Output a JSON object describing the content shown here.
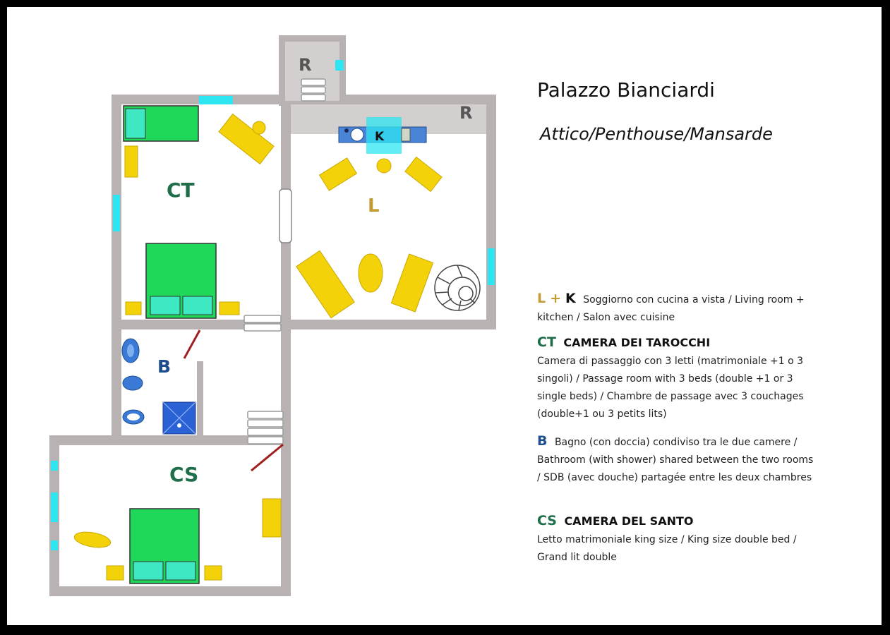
{
  "title": "Palazzo Bianciardi",
  "subtitle": "Attico/Penthouse/Mansarde",
  "colors": {
    "wall": "#b9b2b2",
    "bed": "#1fd85a",
    "pillow": "#3ee8c2",
    "furniture": "#f4d20a",
    "window": "#2ee6f2",
    "ct": "#1e6e4a",
    "cs": "#1e6e4a",
    "b": "#1f4e8c",
    "l": "#c49a32",
    "r": "#555555",
    "door": "#a02020"
  },
  "plan": {
    "r_top": "R",
    "r_right": "R",
    "k": "K",
    "l": "L",
    "ct": "CT",
    "b": "B",
    "cs": "CS"
  },
  "legend": {
    "lk_code_l": "L",
    "lk_plus": "+",
    "lk_code_k": "K",
    "lk_text": "Soggiorno con cucina a vista / Living room  + kitchen / Salon avec cuisine",
    "ct_code": "CT",
    "ct_name": "CAMERA DEI TAROCCHI",
    "ct_text": "Camera di passaggio con 3 letti (matrimoniale +1 o 3 singoli) / Passage room with 3 beds (double +1 or 3 single beds) / Chambre de passage avec 3 couchages (double+1 ou 3 petits lits)",
    "b_code": "B",
    "b_text": "Bagno (con doccia) condiviso tra le due camere / Bathroom (with shower) shared between the two rooms / SDB (avec douche) partagée entre les deux chambres",
    "cs_code": "CS",
    "cs_name": "CAMERA DEL SANTO",
    "cs_text": "Letto matrimoniale king size / King size double bed / Grand lit double"
  }
}
